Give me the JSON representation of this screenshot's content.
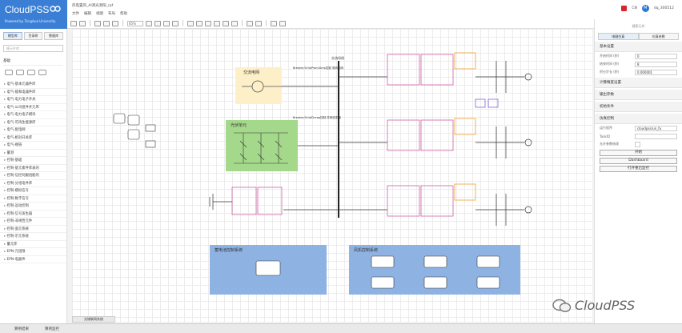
{
  "brand": {
    "name": "CloudPSS",
    "tagline": "Powered by Tsinghua University"
  },
  "topbar": {
    "file_title": "风电置风_AI测光测阳_rpf",
    "menus": [
      "文件",
      "编辑",
      "视图",
      "布局",
      "帮助"
    ],
    "zoom": "65%",
    "language": "CN",
    "user": "dq_300512",
    "avatar_letter": "M"
  },
  "left_panel": {
    "tabs": [
      "模型库",
      "目录树",
      "数据库"
    ],
    "search_placeholder": "模元件库",
    "basic_header": "基础",
    "items": [
      "电气-基本元器件库",
      "电气-能和电器件库",
      "电气-电力电子开关",
      "电气-公司组件开元库",
      "电气-电力电子模块",
      "电气-可再生能源库",
      "电气-配电网",
      "电气-相对开关库",
      "电气-继链",
      "量测",
      "控制-基础",
      "控制-基元素件库表的",
      "控制-信控伺服组能的",
      "控制-分组电件库",
      "控制-模拟信号",
      "控制-数字信号",
      "控制-运动控制",
      "控制-信号发生器",
      "控制-非线性元件",
      "控制-面元系统",
      "控制-示元系统",
      "量元库",
      "EPN-元组限",
      "EPN-电器件"
    ]
  },
  "canvas": {
    "labels": {
      "ac_grid": "交流电网",
      "pv": "光伏单元",
      "bus": "交流母线",
      "ann1": "Breaker/Grid/Pwm/Amp控制\n电网电网",
      "ann2": "Breaker/Grid/Dccap控制\n并网逆变器",
      "storage_ctrl": "蓄电池控制系统",
      "wind_ctrl": "风机控制系统"
    },
    "tab": "光储联网系统"
  },
  "right_panel": {
    "search": "搜索元件",
    "tabs": [
      "电磁仿真",
      "仿真参数"
    ],
    "sections": {
      "basic": "基本设置",
      "calc": "计算精度设置",
      "output": "输出参数",
      "init": "初始条件",
      "sim": "仿真控制"
    },
    "fields": [
      {
        "label": "开始时间 (秒)",
        "value": "0"
      },
      {
        "label": "结束时间 (秒)",
        "value": "8"
      },
      {
        "label": "积分步长 (秒)",
        "value": "0.000001"
      }
    ],
    "sim_fields": [
      {
        "label": "运行程序",
        "value": "cloudpssrun_fu"
      },
      {
        "label": "TaskID",
        "value": ""
      },
      {
        "label": "允许参数修改",
        "value": ""
      }
    ],
    "buttons": [
      "开始",
      "Dashboard",
      "打开重启监控"
    ]
  },
  "bottom": {
    "items": [
      "算例结果",
      "算例监控"
    ]
  },
  "watermark": "CloudPSS",
  "colors": {
    "brand": "#3a7fd5",
    "ac_grid_fill": "#fdf0c8",
    "pv_fill": "#a4d98b",
    "ctrl_fill": "#8eb3e3",
    "converter_stroke": "#d15fa8",
    "filter_stroke": "#f0a030"
  }
}
